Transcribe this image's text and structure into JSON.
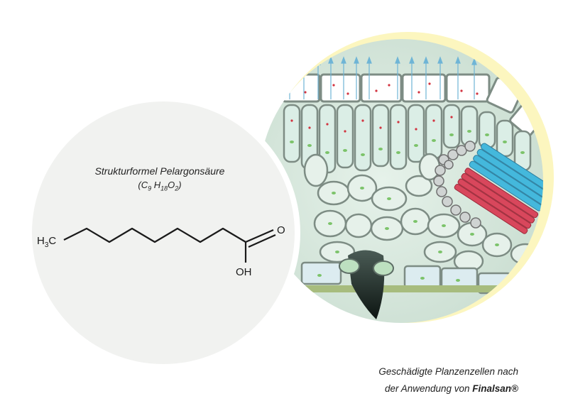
{
  "formula": {
    "title": "Strukturformel Pelargonsäure",
    "sub_prefix": "(C",
    "sub_c": "9",
    "sub_h": "H",
    "sub_h_n": "18",
    "sub_o": "O",
    "sub_o_n": "2",
    "sub_suffix": ")",
    "h3c_h": "H",
    "h3c_3": "3",
    "h3c_c": "C",
    "oxygen": "O",
    "hydroxyl": "OH"
  },
  "caption": {
    "line1": "Geschädigte Planzenzellen nach",
    "line2_prefix": "der Anwendung von ",
    "brand": "Finalsan®"
  },
  "colors": {
    "circle_bg": "#f1f2f0",
    "yellow_halo": "#fcf6bf",
    "cell_green": "#dfeee2",
    "chloroplast": "#7cc36a",
    "red_dots": "#d2333f",
    "blue_tissue": "#3fb4d8",
    "red_tissue": "#d84458"
  }
}
